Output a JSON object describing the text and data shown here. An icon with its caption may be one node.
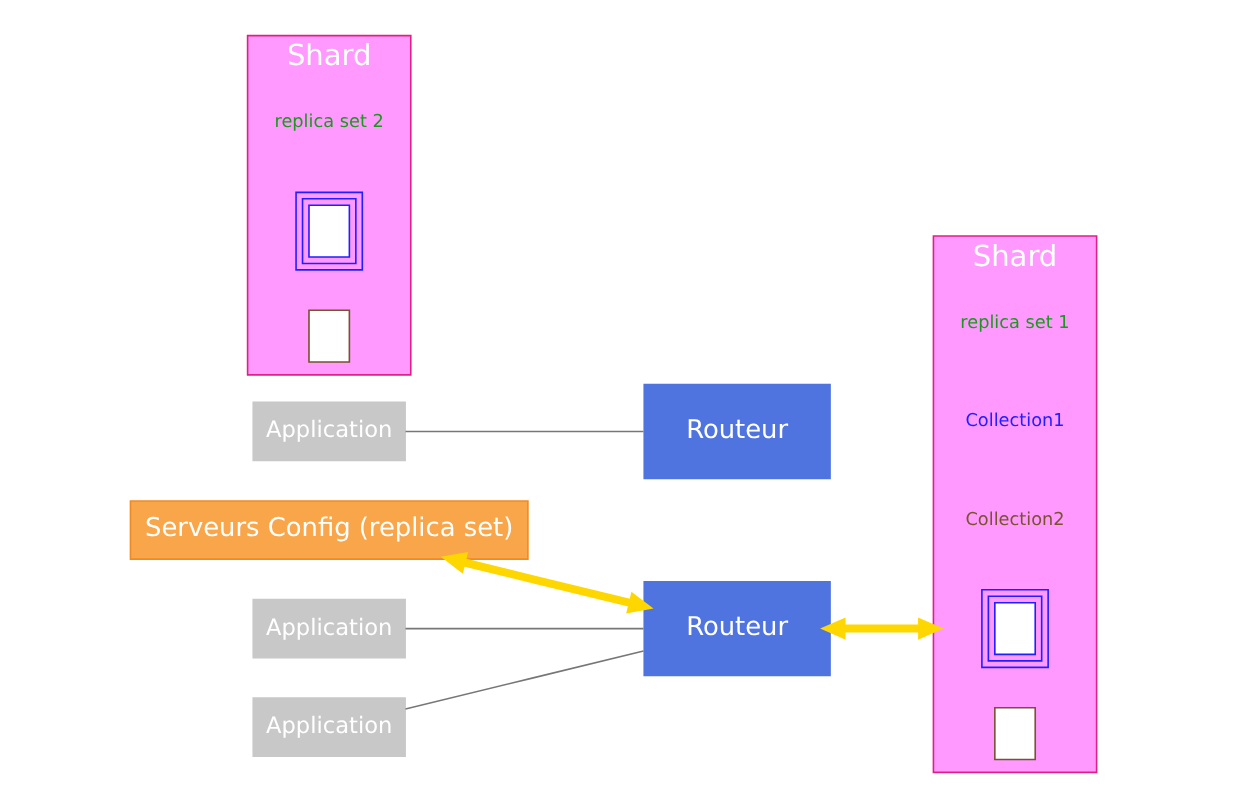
{
  "diagram": {
    "nodes": [
      {
        "text": [
          "Serveurs Config (replica set)"
        ]
      },
      {
        "text": [
          "Application"
        ]
      },
      {
        "text": [
          "Application"
        ]
      },
      {
        "text": [
          "Application"
        ]
      },
      {
        "text": [
          "Routeur"
        ]
      },
      {
        "text": [
          "Routeur"
        ]
      },
      {
        "text": [
          "Shard"
        ],
        "beside": [
          "replica set 1"
        ]
      },
      {
        "text": [],
        "shape": "box",
        "in": 6
      },
      {
        "text": [],
        "shape": "box",
        "in": 6
      },
      {
        "text": [
          "Shard"
        ],
        "beside": [
          "replica set 2"
        ]
      },
      {
        "text": [],
        "shape": "box",
        "in": 9
      },
      {
        "text": [],
        "shape": "box",
        "in": 9
      }
    ],
    "edges": [
      {
        "from": 0,
        "to": 4,
        "arrow": "both",
        "style": "thick",
        "color": "#ffd700"
      },
      {
        "from": 1,
        "to": 4,
        "arrow": "none"
      },
      {
        "from": 2,
        "to": 4,
        "arrow": "none"
      },
      {
        "from": 3,
        "to": 5,
        "arrow": "none"
      },
      {
        "from": 4,
        "to": 6,
        "arrow": "both",
        "style": "thick",
        "color": "#ffd700"
      }
    ],
    "labels": [
      "Collection1",
      "Collection2"
    ]
  }
}
